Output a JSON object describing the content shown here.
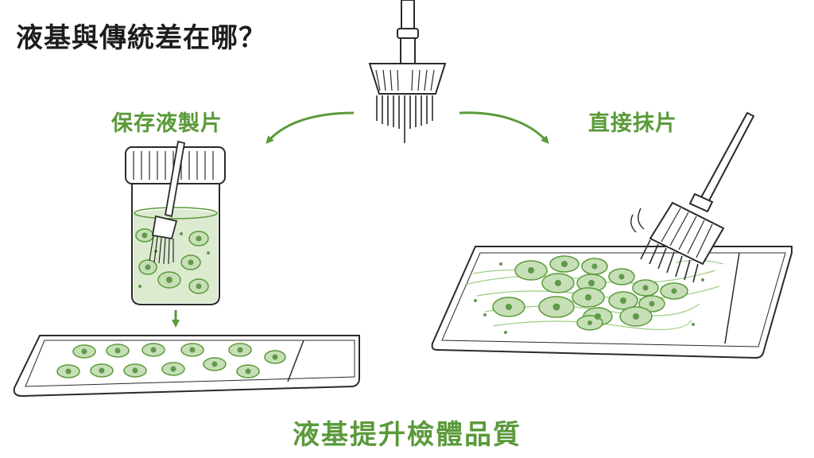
{
  "title": "液基與傳統差在哪？",
  "left_label": "保存液製片",
  "right_label": "直接抹片",
  "footer": "液基提升檢體品質",
  "colors": {
    "accent": "#5a9a3a",
    "ink": "#2a2a2a",
    "cell_fill": "#c6dfb6",
    "cell_nucleus": "#5f9a4a",
    "liquid": "#dcebd0"
  },
  "icons": [
    "brush-icon",
    "jar-icon",
    "slide-icon",
    "arrow-icon"
  ]
}
